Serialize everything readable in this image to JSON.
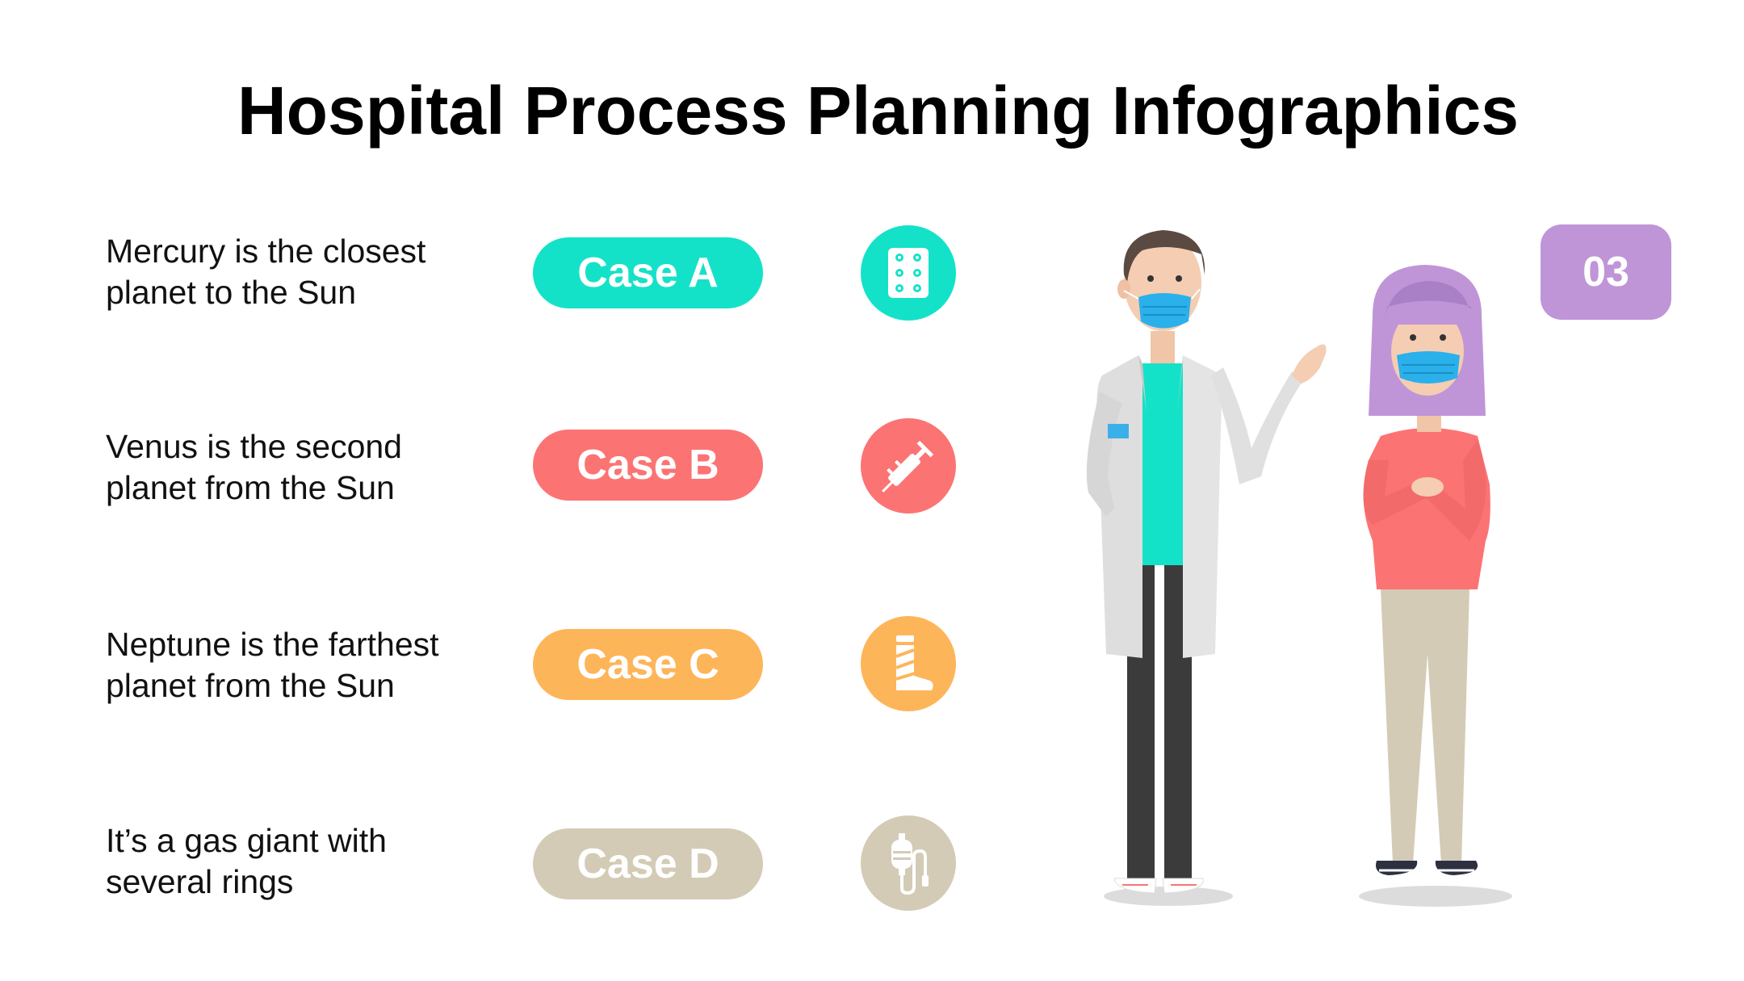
{
  "title": "Hospital Process Planning Infographics",
  "badge": "03",
  "colors": {
    "case_a": "#14e2c8",
    "case_b": "#fc7374",
    "case_c": "#fdb55a",
    "case_d": "#d3cbb6",
    "badge": "#bf95d8"
  },
  "rows": [
    {
      "line1": "Mercury is the closest",
      "line2": "planet to the Sun",
      "case_label": "Case A",
      "icon": "pill-pack-icon"
    },
    {
      "line1": "Venus is the second",
      "line2": "planet from the Sun",
      "case_label": "Case B",
      "icon": "syringe-icon"
    },
    {
      "line1": "Neptune is the farthest",
      "line2": "planet from the Sun",
      "case_label": "Case C",
      "icon": "leg-cast-icon"
    },
    {
      "line1": "It’s a gas giant with",
      "line2": "several rings",
      "case_label": "Case D",
      "icon": "iv-drip-icon"
    }
  ]
}
